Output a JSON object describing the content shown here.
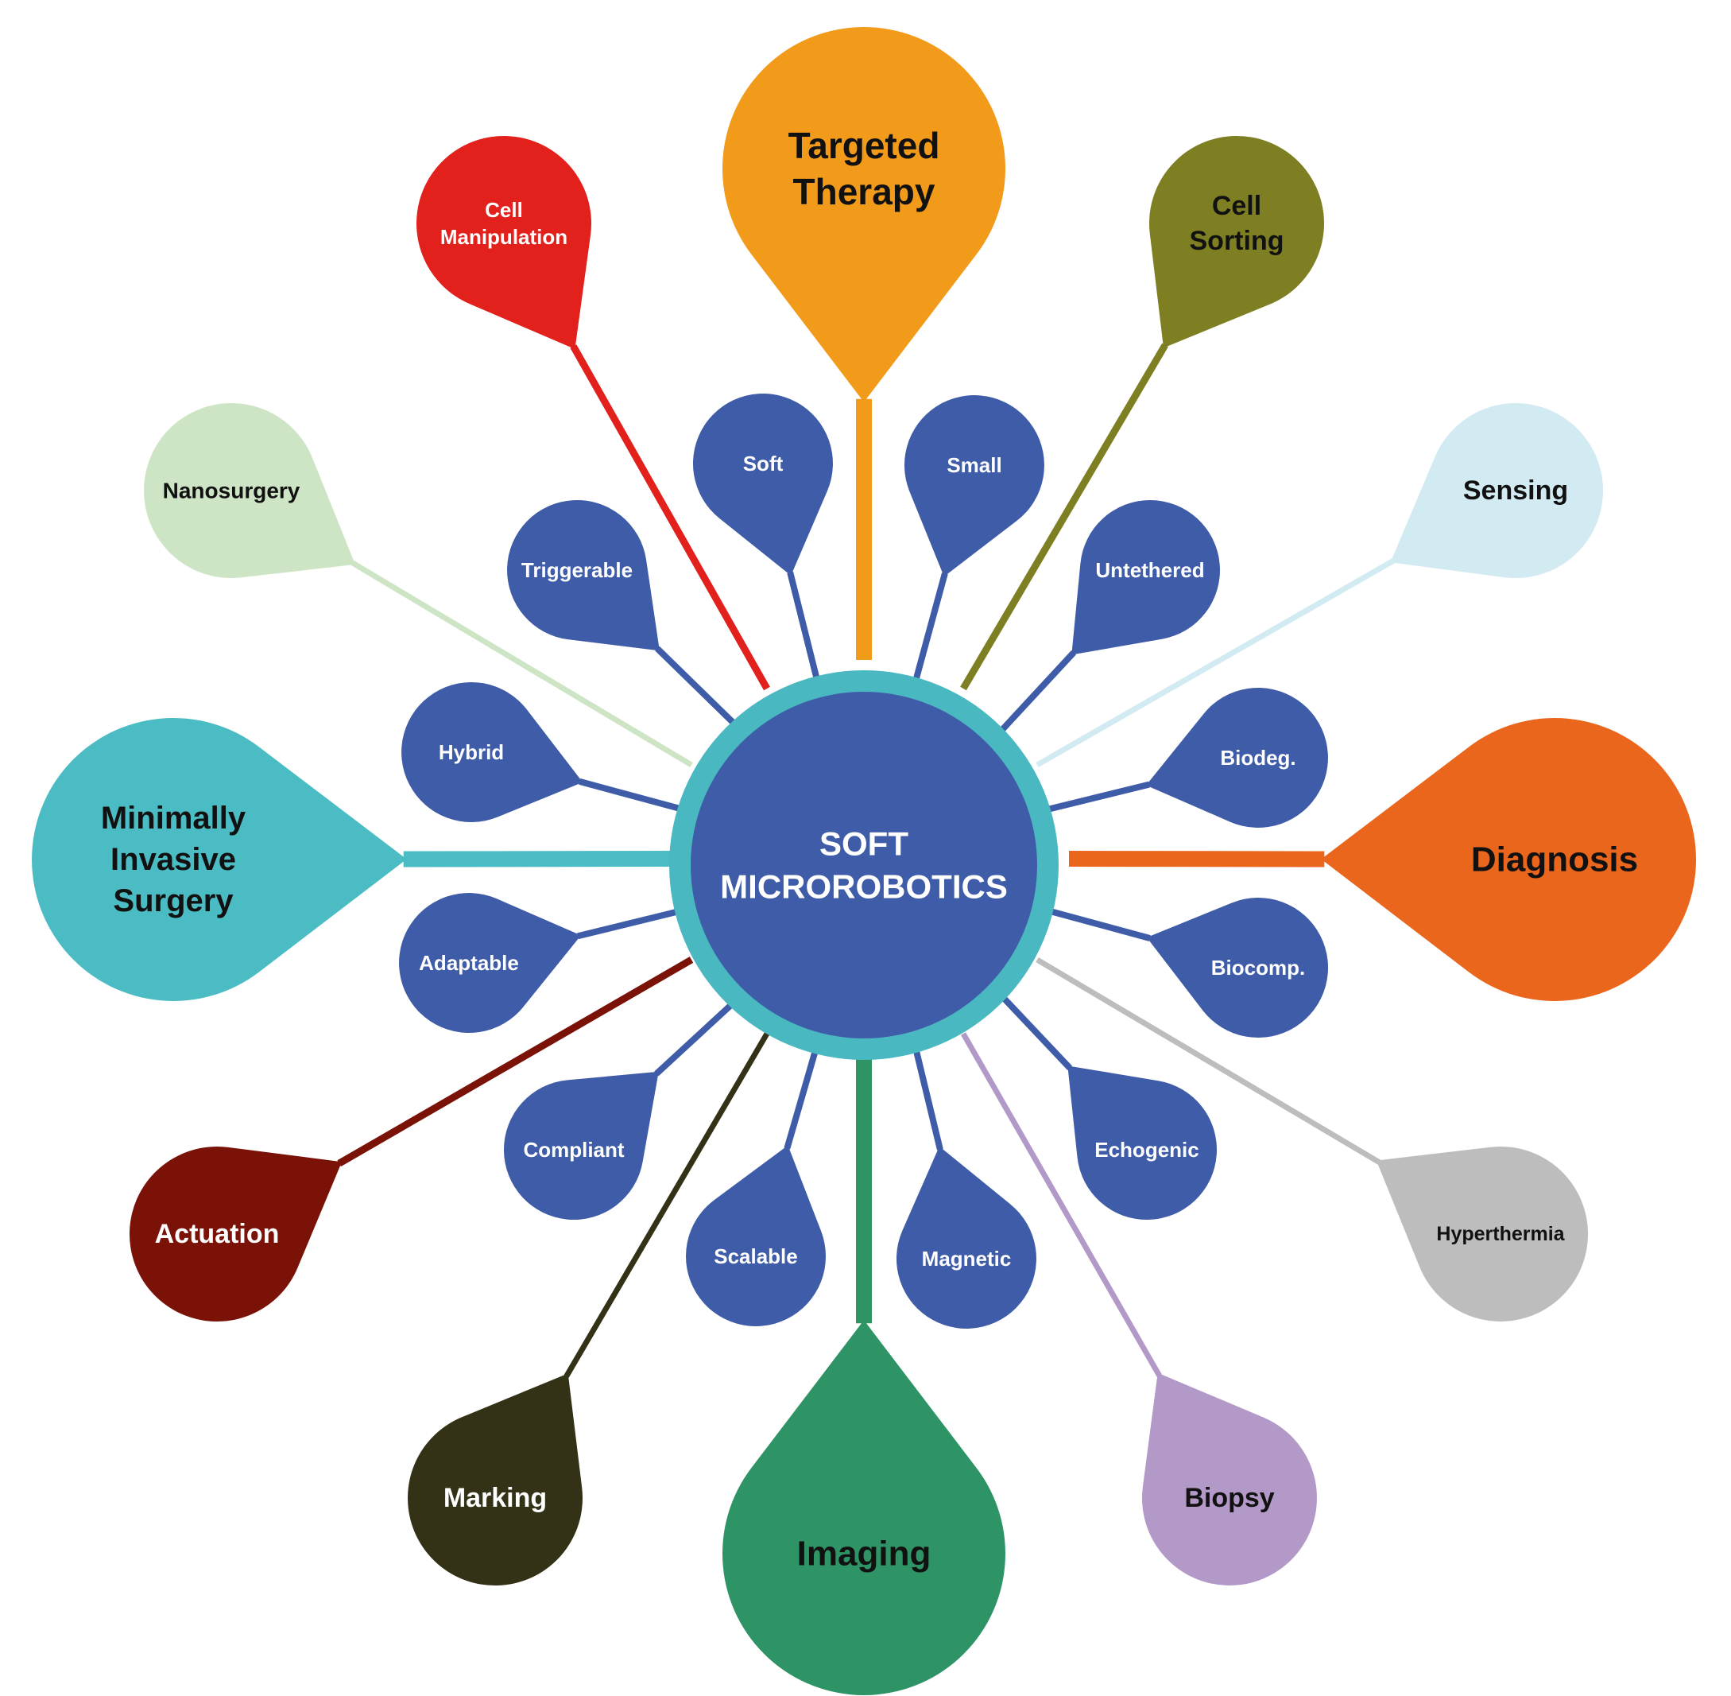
{
  "center": {
    "lines": [
      "SOFT",
      "MICROROBOTICS"
    ],
    "color": "#3f5ca8",
    "ring_color": "#4ab8c1",
    "text_color": "#ffffff"
  },
  "properties": {
    "color": "#3f5ca8",
    "text_color": "#ffffff",
    "items": [
      {
        "name": "soft",
        "lines": [
          "Soft"
        ]
      },
      {
        "name": "small",
        "lines": [
          "Small"
        ]
      },
      {
        "name": "untethered",
        "lines": [
          "Untethered"
        ]
      },
      {
        "name": "biodeg",
        "lines": [
          "Biodeg."
        ]
      },
      {
        "name": "biocomp",
        "lines": [
          "Biocomp."
        ]
      },
      {
        "name": "echogenic",
        "lines": [
          "Echogenic"
        ]
      },
      {
        "name": "magnetic",
        "lines": [
          "Magnetic"
        ]
      },
      {
        "name": "scalable",
        "lines": [
          "Scalable"
        ]
      },
      {
        "name": "compliant",
        "lines": [
          "Compliant"
        ]
      },
      {
        "name": "adaptable",
        "lines": [
          "Adaptable"
        ]
      },
      {
        "name": "hybrid",
        "lines": [
          "Hybrid"
        ]
      },
      {
        "name": "triggerable",
        "lines": [
          "Triggerable"
        ]
      }
    ]
  },
  "applications": [
    {
      "name": "targeted-therapy",
      "lines": [
        "Targeted",
        "Therapy"
      ],
      "color": "#f29a1a",
      "text_color": "#111111"
    },
    {
      "name": "cell-sorting",
      "lines": [
        "Cell",
        "Sorting"
      ],
      "color": "#7e7f22",
      "text_color": "#111111"
    },
    {
      "name": "sensing",
      "lines": [
        "Sensing"
      ],
      "color": "#d2eaf1",
      "text_color": "#111111"
    },
    {
      "name": "diagnosis",
      "lines": [
        "Diagnosis"
      ],
      "color": "#e9661c",
      "text_color": "#111111"
    },
    {
      "name": "hyperthermia",
      "lines": [
        "Hyperthermia"
      ],
      "color": "#bdbdbd",
      "text_color": "#111111"
    },
    {
      "name": "biopsy",
      "lines": [
        "Biopsy"
      ],
      "color": "#b399c8",
      "text_color": "#111111"
    },
    {
      "name": "imaging",
      "lines": [
        "Imaging"
      ],
      "color": "#2e9466",
      "text_color": "#111111"
    },
    {
      "name": "marking",
      "lines": [
        "Marking"
      ],
      "color": "#333116",
      "text_color": "#ffffff"
    },
    {
      "name": "actuation",
      "lines": [
        "Actuation"
      ],
      "color": "#7a1208",
      "text_color": "#ffffff"
    },
    {
      "name": "minimally-invasive-surgery",
      "lines": [
        "Minimally",
        "Invasive",
        "Surgery"
      ],
      "color": "#4bbcc4",
      "text_color": "#111111"
    },
    {
      "name": "nanosurgery",
      "lines": [
        "Nanosurgery"
      ],
      "color": "#cde5c5",
      "text_color": "#111111"
    },
    {
      "name": "cell-manipulation",
      "lines": [
        "Cell",
        "Manipulation"
      ],
      "color": "#e2201c",
      "text_color": "#ffffff"
    }
  ]
}
